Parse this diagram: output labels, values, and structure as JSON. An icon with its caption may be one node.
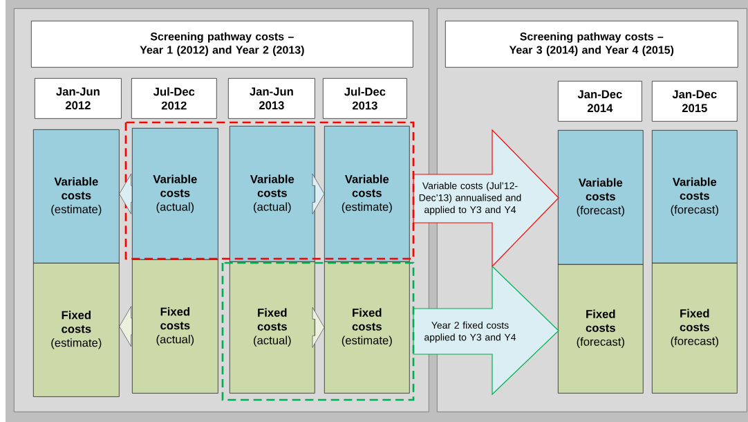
{
  "diagram": {
    "nodes": [
      {
        "text": [],
        "shape": "box"
      },
      {
        "text": [
          "Screening pathway costs – Year 1 (2012) and Year 2 (2013)"
        ],
        "in": 0
      },
      {
        "text": [
          "Jan-Jun 2012"
        ],
        "in": 0
      },
      {
        "text": [
          "Jul-Dec 2012"
        ],
        "in": 0
      },
      {
        "text": [
          "Jan-Jun 2013"
        ],
        "in": 0
      },
      {
        "text": [
          "Jul-Dec 2013"
        ],
        "in": 0
      },
      {
        "text": [
          "Variable costs",
          "(estimate)"
        ],
        "in": 0
      },
      {
        "text": [
          "Variable costs",
          "(actual)"
        ],
        "in": 0
      },
      {
        "text": [
          "Variable costs",
          "(actual)"
        ],
        "in": 0
      },
      {
        "text": [
          "Variable costs",
          "(estimate)"
        ],
        "in": 0
      },
      {
        "text": [
          "Fixed costs",
          "(estimate)"
        ],
        "in": 0
      },
      {
        "text": [
          "Fixed costs",
          "(actual)"
        ],
        "in": 0
      },
      {
        "text": [
          "Fixed costs",
          "(actual)"
        ],
        "in": 0
      },
      {
        "text": [
          "Fixed costs",
          "(estimate)"
        ],
        "in": 0
      },
      {
        "text": [
          "Variable costs (Jul’12-Dec’13) annualised and applied to Y3 and Y4"
        ]
      },
      {
        "text": [
          "Year 2 fixed costs applied to Y3 and Y4"
        ]
      },
      {
        "text": [],
        "shape": "box"
      },
      {
        "text": [
          "Screening pathway costs – Year 3 (2014) and Year 4 (2015)"
        ],
        "in": 16
      },
      {
        "text": [
          "Jan-Dec 2014"
        ],
        "in": 16
      },
      {
        "text": [
          "Jan-Dec 2015"
        ],
        "in": 16
      },
      {
        "text": [
          "Variable costs",
          "(forecast)"
        ],
        "in": 16
      },
      {
        "text": [
          "Variable costs",
          "(forecast)"
        ],
        "in": 16
      },
      {
        "text": [
          "Fixed costs",
          "(forecast)"
        ],
        "in": 16
      },
      {
        "text": [
          "Fixed costs",
          "(forecast)"
        ],
        "in": 16
      }
    ],
    "edges": [
      {
        "from": 7,
        "to": 6,
        "arrow": "to"
      },
      {
        "from": 8,
        "to": 9,
        "arrow": "to"
      },
      {
        "from": 11,
        "to": 10,
        "arrow": "to"
      },
      {
        "from": 12,
        "to": 13,
        "arrow": "to"
      }
    ]
  }
}
